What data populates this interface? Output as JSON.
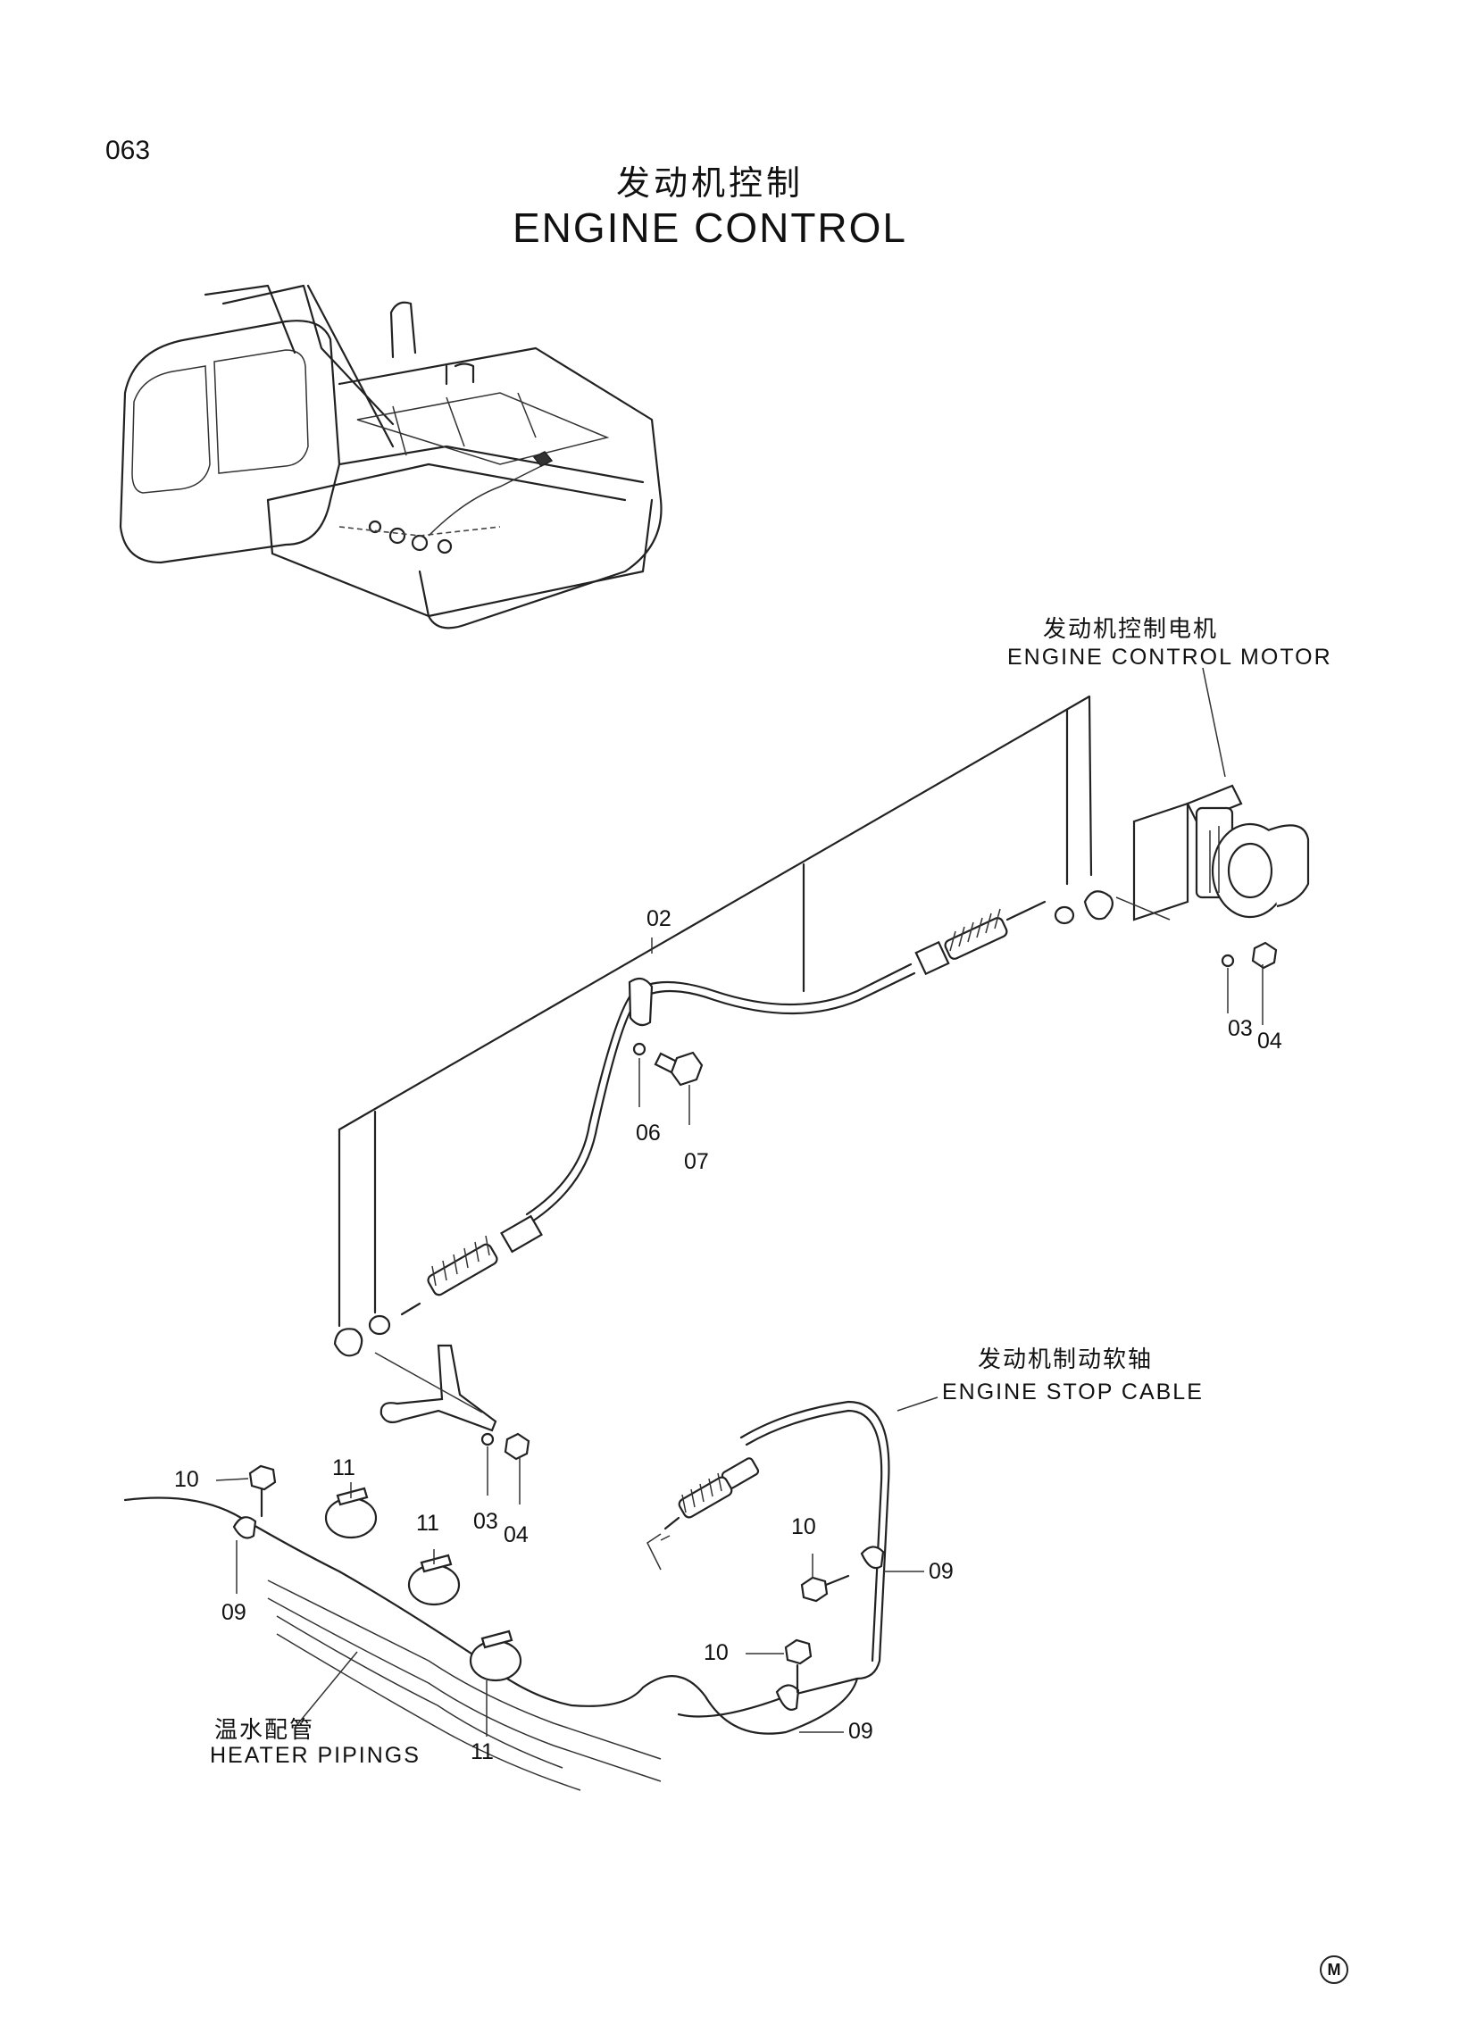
{
  "page_number": "063",
  "title": {
    "cn": "发动机控制",
    "en": "ENGINE CONTROL"
  },
  "callouts": {
    "motor": {
      "cn": "发动机控制电机",
      "en": "ENGINE CONTROL MOTOR"
    },
    "stop_cable": {
      "cn": "发动机制动软轴",
      "en": "ENGINE STOP CABLE"
    },
    "heater": {
      "cn": "温水配管",
      "en": "HEATER PIPINGS"
    }
  },
  "part_numbers": {
    "p02": "02",
    "p03_right": "03",
    "p04_right": "04",
    "p06": "06",
    "p07": "07",
    "p03_left": "03",
    "p04_left": "04",
    "p10_a": "10",
    "p10_b": "10",
    "p10_c": "10",
    "p11_a": "11",
    "p11_b": "11",
    "p11_c": "11",
    "p09_a": "09",
    "p09_b": "09",
    "p09_c": "09"
  },
  "icons": {
    "excavator": "excavator-upper-structure-icon",
    "motor": "engine-control-motor-icon",
    "mark": "m-circle-icon"
  },
  "mark_text": "M"
}
